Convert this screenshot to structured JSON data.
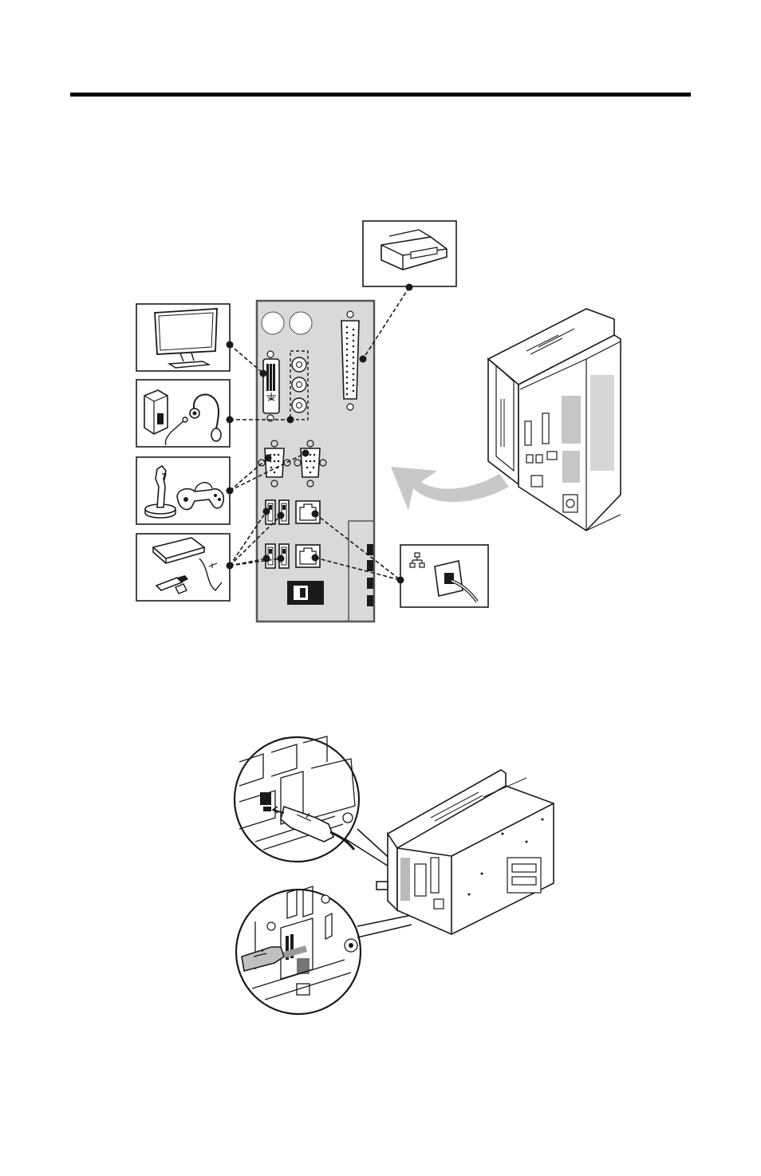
{
  "page": {
    "background": "#ffffff",
    "ink": "#1a1a1a",
    "panel_fill": "#d9d9d9",
    "arrow_fill": "#c8c8c8"
  },
  "figure1": {
    "peripherals": [
      {
        "icon": "printer-icon",
        "port": "parallel-port"
      },
      {
        "icon": "monitor-icon",
        "port": "dvi-port"
      },
      {
        "icon": "audio-speaker-microphone-icon",
        "port": "audio-jacks"
      },
      {
        "icon": "joystick-gamepad-icon",
        "port": "serial-ports"
      },
      {
        "icon": "usb-storage-icon",
        "port": "usb-ports"
      },
      {
        "icon": "network-wall-jack-icon",
        "port": "ethernet-ports"
      }
    ]
  },
  "figure2": {
    "callouts": [
      {
        "icon": "usb-plug-icon",
        "location": "upper-usb-port"
      },
      {
        "icon": "usb-plug-icon",
        "location": "rear-usb-port"
      }
    ]
  }
}
